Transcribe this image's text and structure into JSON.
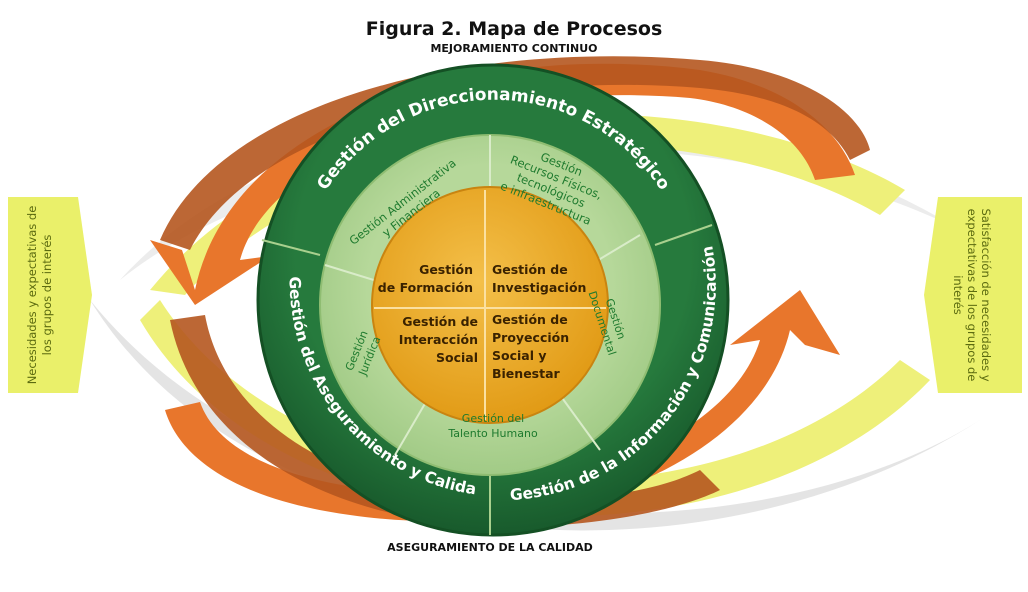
{
  "title": "Figura 2. Mapa de Procesos",
  "top_label": "MEJORAMIENTO CONTINUO",
  "bottom_label": "ASEGURAMIENTO DE LA CALIDAD",
  "left_arrow": {
    "line1": "Necesidades y expectativas de",
    "line2": "los grupos de interés"
  },
  "right_arrow": {
    "line1": "Satisfacción de necesidades y",
    "line2": "expectativas de los grupos de",
    "line3": "interés"
  },
  "outer_ring": {
    "top": "Gestión del Direccionamiento Estratégico",
    "left": "Gestión del Aseguramiento y Calidad",
    "right": "Gestión de la Información y Comunicación"
  },
  "middle_ring": {
    "admin": {
      "line1": "Gestión Administrativa",
      "line2": "y Financiera"
    },
    "recursos": {
      "line1": "Gestión",
      "line2": "Recursos Físicos,",
      "line3": "tecnológicos",
      "line4": "e infraestructura"
    },
    "juridica": {
      "line1": "Gestión",
      "line2": "Jurídica"
    },
    "documental": {
      "line1": "Gestión",
      "line2": "Documental"
    },
    "talento": {
      "line1": "Gestión del",
      "line2": "Talento Humano"
    }
  },
  "core": {
    "formacion": {
      "line1": "Gestión",
      "line2": "de Formación"
    },
    "investigacion": {
      "line1": "Gestión de",
      "line2": "Investigación"
    },
    "interaccion": {
      "line1": "Gestión de",
      "line2": "Interacción",
      "line3": "Social"
    },
    "proyeccion": {
      "line1": "Gestión de",
      "line2": "Proyección",
      "line3": "Social y",
      "line4": "Bienestar"
    }
  },
  "colors": {
    "outer_ring": "#1f6b35",
    "middle_ring": "#a9d08e",
    "core": "#e8a21a",
    "arrow_orange": "#e8762c",
    "arrow_brown": "#b5561f",
    "arrow_yellow": "#f0f08a"
  }
}
